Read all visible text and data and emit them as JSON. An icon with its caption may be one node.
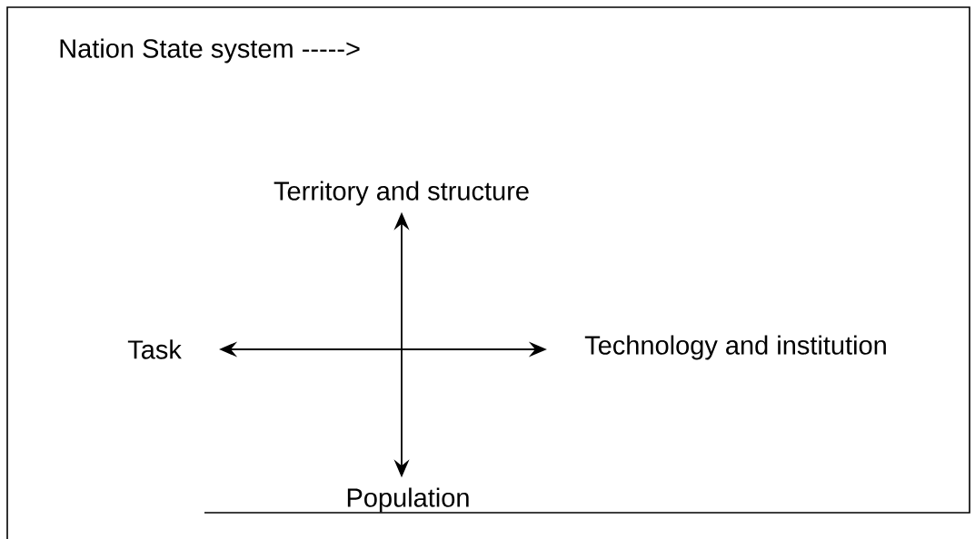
{
  "diagram": {
    "nodes": [
      {
        "text": [
          "Territory and structure"
        ]
      },
      {
        "text": [
          "Task"
        ]
      },
      {
        "text": [
          "Technology and institution"
        ]
      },
      {
        "text": [
          "Population"
        ]
      }
    ],
    "edges": [
      {
        "from": 1,
        "to": 2,
        "arrow": "both"
      },
      {
        "from": 0,
        "to": 3,
        "arrow": "both"
      }
    ],
    "labels": [
      "Nation State system ----->"
    ]
  }
}
